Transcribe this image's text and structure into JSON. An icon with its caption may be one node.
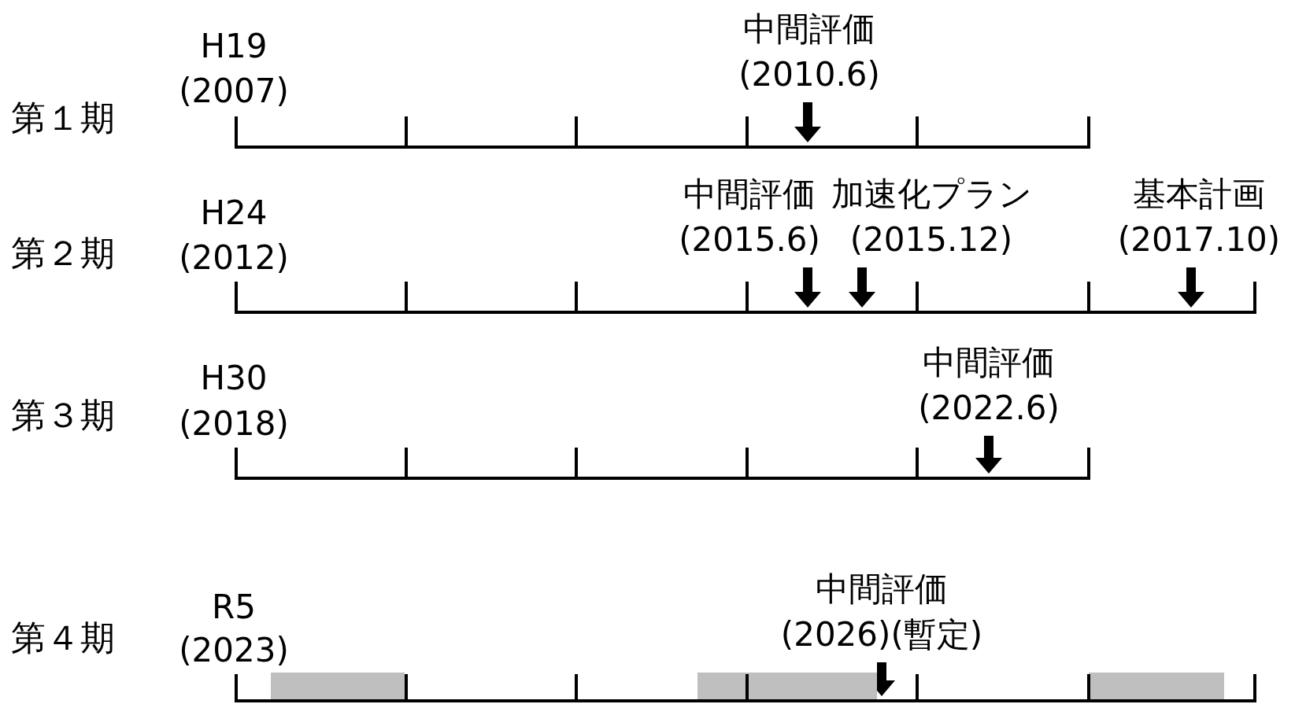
{
  "diagram": {
    "nodes": [
      {
        "text": [
          "中間評価",
          "(2010.6)"
        ]
      },
      {
        "text": [],
        "shape": "line",
        "beside": [
          "H19",
          "(2007)"
        ]
      },
      {
        "text": [
          "中間評価",
          "(2015.6)"
        ]
      },
      {
        "text": [
          "加速化プラン",
          "(2015.12)"
        ]
      },
      {
        "text": [
          "基本計画",
          "(2017.10)"
        ]
      },
      {
        "text": [],
        "shape": "line",
        "beside": [
          "H24",
          "(2012)"
        ]
      },
      {
        "text": [
          "中間評価",
          "(2022.6)"
        ]
      },
      {
        "text": [],
        "shape": "line",
        "beside": [
          "H30",
          "(2018)"
        ]
      },
      {
        "text": [
          "中間評価",
          "(2026)(暫定)"
        ]
      },
      {
        "text": [],
        "shape": "bar"
      },
      {
        "text": [],
        "shape": "bar"
      },
      {
        "text": [],
        "shape": "bar"
      },
      {
        "text": [],
        "shape": "line",
        "beside": [
          "R5",
          "(2023)"
        ]
      }
    ],
    "edges": [
      {
        "from": 0,
        "to": 1,
        "arrow": "to"
      },
      {
        "from": 2,
        "to": 5,
        "arrow": "to"
      },
      {
        "from": 3,
        "to": 5,
        "arrow": "to"
      },
      {
        "from": 4,
        "to": 5,
        "arrow": "to"
      },
      {
        "from": 6,
        "to": 7,
        "arrow": "to"
      },
      {
        "from": 8,
        "to": 12,
        "arrow": "to"
      }
    ],
    "labels": [
      "第１期",
      "第２期",
      "第３期",
      "第４期"
    ]
  }
}
